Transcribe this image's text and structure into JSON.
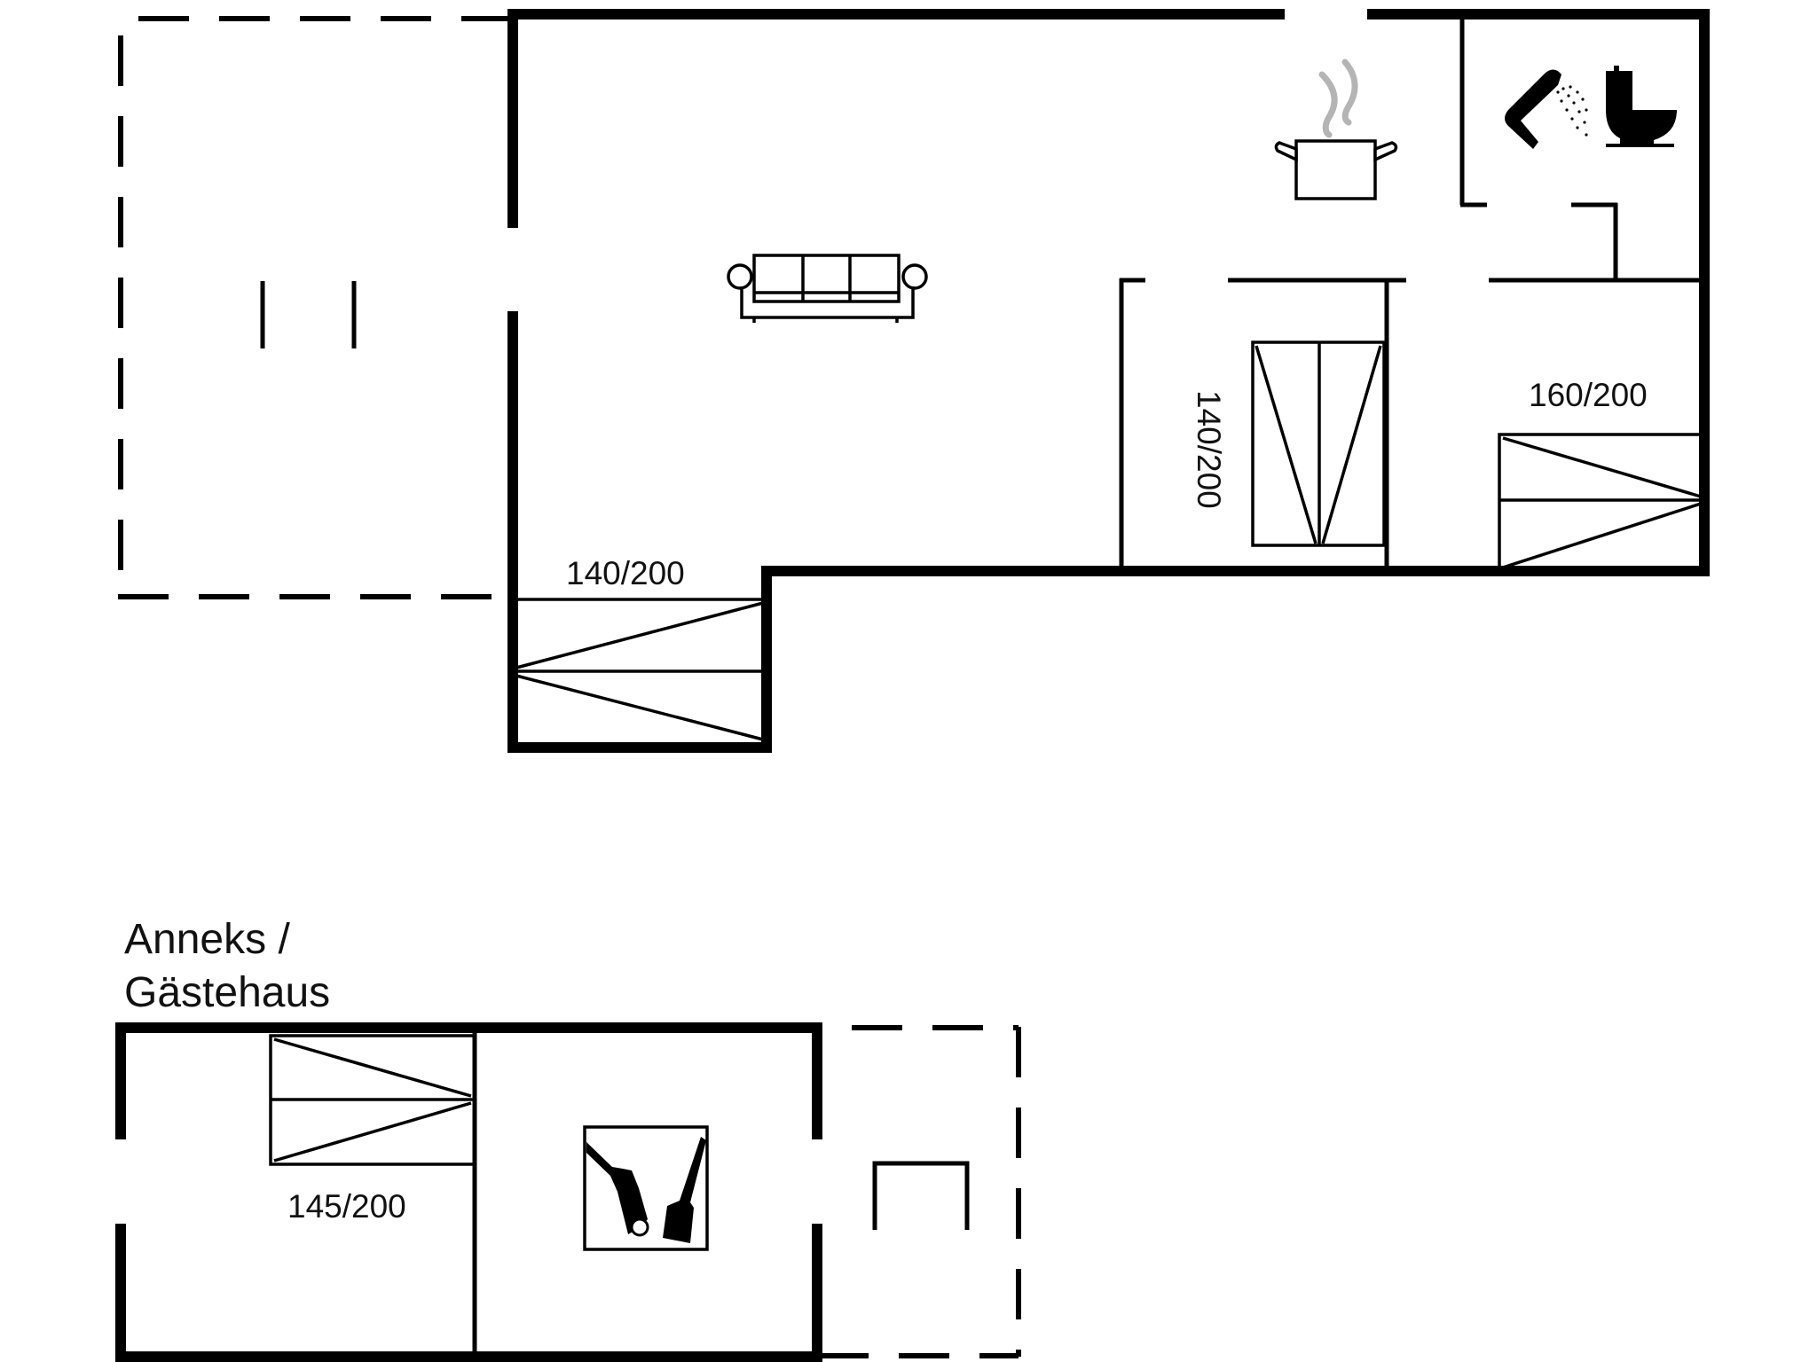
{
  "plan": {
    "main_house": {
      "rooms": {
        "living_room": {
          "icon": "sofa-icon"
        },
        "kitchen": {
          "icon": "cooking-pot-icon"
        },
        "bathroom": {
          "icons": [
            "shower-icon",
            "toilet-icon"
          ]
        },
        "bedroom_1": {
          "bed_label": "140/200"
        },
        "bedroom_2": {
          "bed_label": "140/200"
        },
        "bedroom_3": {
          "bed_label": "160/200"
        }
      },
      "terrace": {
        "style": "dashed"
      }
    },
    "annex": {
      "title_line1": "Anneks /",
      "title_line2": "Gästehaus",
      "bedroom": {
        "bed_label": "145/200"
      },
      "storage": {
        "icon": "garden-tools-icon"
      },
      "covered_terrace": {
        "style": "dashed",
        "icon": "bench-icon"
      }
    }
  },
  "colors": {
    "walls": "#000000",
    "background": "#ffffff",
    "steam": "#b4b4b4"
  }
}
